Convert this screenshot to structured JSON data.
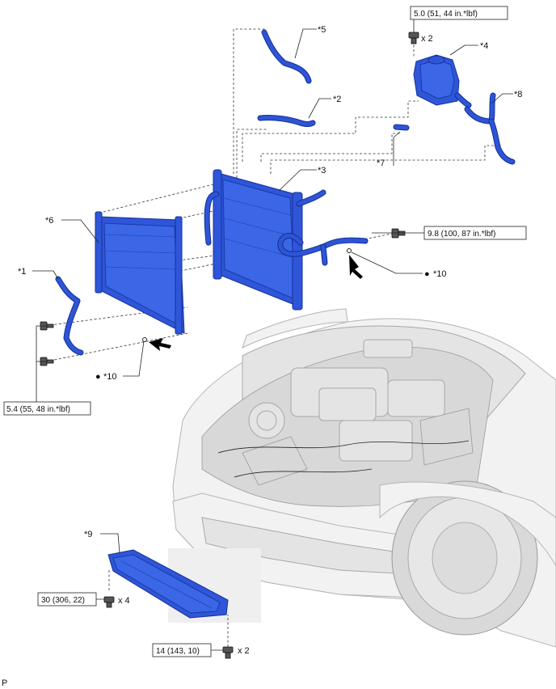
{
  "labels": {
    "p1": "*1",
    "p2": "*2",
    "p3": "*3",
    "p4": "*4",
    "p5": "*5",
    "p6": "*6",
    "p7": "*7",
    "p8": "*8",
    "p9": "*9",
    "p10a": "*10",
    "p10b": "*10"
  },
  "bullet": "●",
  "torque": {
    "t1": "5.0 (51, 44 in.*lbf)",
    "t2": "9.8 (100, 87 in.*lbf)",
    "t3": "5.4 (55, 48 in.*lbf)",
    "t4": "30 (306, 22)",
    "t5": "14 (143, 10)"
  },
  "quantity": {
    "q1": "x 2",
    "q2": "x 4",
    "q3": "x 2"
  },
  "corner_mark": "P",
  "colors": {
    "part_blue": "#2f56d8",
    "part_outline": "#16309a",
    "vehicle_gray": "#e8e8e8"
  }
}
